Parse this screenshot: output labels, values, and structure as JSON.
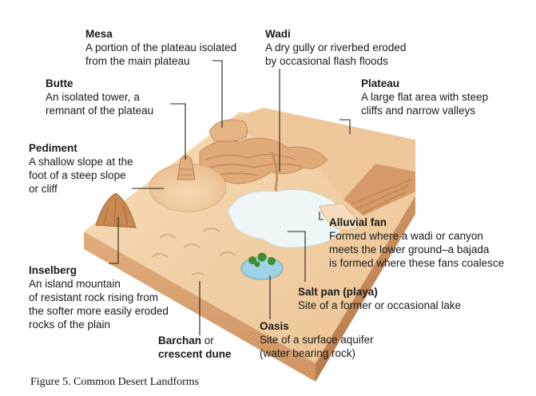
{
  "labels": {
    "mesa": {
      "title": "Mesa",
      "desc": "A portion of the plateau isolated\nfrom the main plateau"
    },
    "wadi": {
      "title": "Wadi",
      "desc": "A dry gully or riverbed eroded\nby occasional flash floods"
    },
    "butte": {
      "title": "Butte",
      "desc": "An isolated tower, a\nremnant of the plateau"
    },
    "plateau": {
      "title": "Plateau",
      "desc": "A large flat area with steep\ncliffs and narrow valleys"
    },
    "pediment": {
      "title": "Pediment",
      "desc": "A shallow slope at the\nfoot of a steep slope\nor cliff"
    },
    "alluvial_fan": {
      "title": "Alluvial fan",
      "desc": "Formed where a wadi or canyon\nmeets the lower ground–a bajada\nis formed where these fans coalesce"
    },
    "inselberg": {
      "title": "Inselberg",
      "desc": "An island mountain\nof resistant rock rising from\nthe softer more easily eroded\nrocks of the plain"
    },
    "salt_pan": {
      "title": "Salt pan (playa)",
      "desc": "Site of a former or occasional lake"
    },
    "oasis": {
      "title": "Oasis",
      "desc": "Site of a surface aquifer\n(water bearing rock)"
    },
    "barchan": {
      "title": "Barchan",
      "connector": " or",
      "title2": "crescent dune"
    }
  },
  "caption": "Figure 5. Common Desert Landforms",
  "colors": {
    "top_sand": "#f2cfa3",
    "side_front": "#d9a271",
    "side_right": "#c4895a",
    "salt_pan": "#eef6f6",
    "oasis_water": "#9fd3e6",
    "palm": "#3f8b2f",
    "rock_dark": "#b06c3e"
  }
}
